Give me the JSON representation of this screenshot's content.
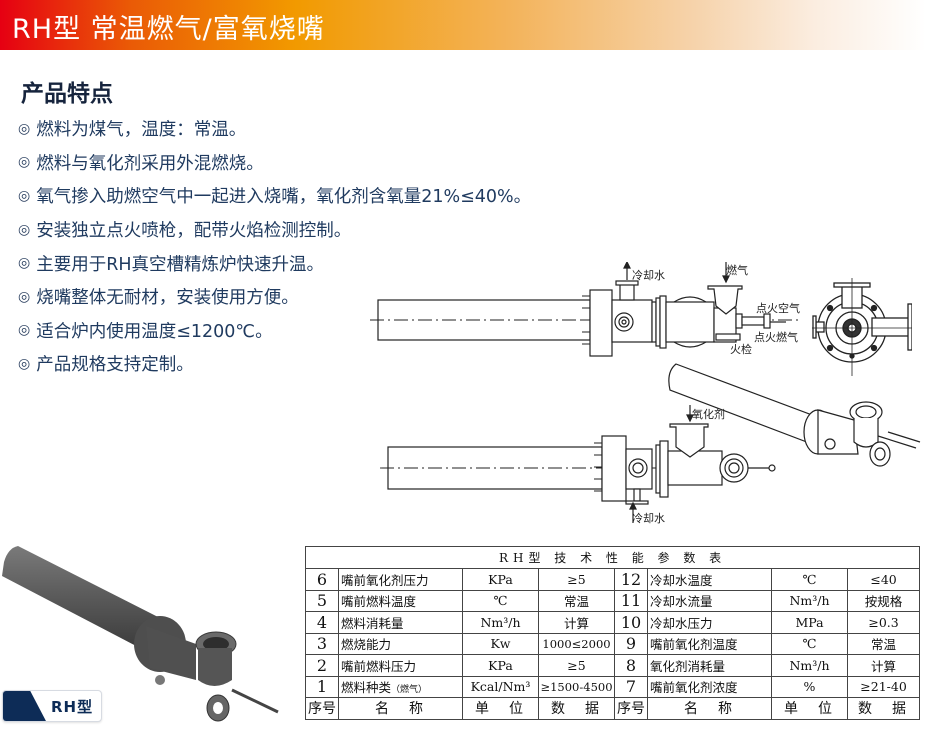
{
  "header": {
    "title": "RH型  常温燃气/富氧烧嘴",
    "gradient_colors": [
      "#e60012",
      "#f29a00",
      "#ffffff"
    ]
  },
  "features": {
    "heading": "产品特点",
    "bullet": "◎",
    "items": [
      "燃料为煤气，温度：常温。",
      "燃料与氧化剂采用外混燃烧。",
      "氧气掺入助燃空气中一起进入烧嘴，氧化剂含氧量21%≤40%。",
      "安装独立点火喷枪，配带火焰检测控制。",
      "主要用于RH真空槽精炼炉快速升温。",
      "烧嘴整体无耐材，安装使用方便。",
      "适合炉内使用温度≤1200℃。",
      "产品规格支持定制。"
    ]
  },
  "diagram_top": {
    "labels": {
      "cooling_water": "冷却水",
      "gas": "燃气",
      "ignition_air": "点火空气",
      "ignition_gas": "点火燃气",
      "flame_detect": "火检"
    }
  },
  "diagram_bottom": {
    "labels": {
      "oxidizer": "氧化剂",
      "cooling_water": "冷却水"
    }
  },
  "product_badge": {
    "label": "RH型",
    "color": "#0d2c57"
  },
  "spec_table": {
    "caption": "RH型 技 术 性 能 参 数 表",
    "header": {
      "no": "序号",
      "name": "名　称",
      "unit": "单　位",
      "value": "数　据"
    },
    "rows": [
      {
        "left": {
          "no": "6",
          "name": "嘴前氧化剂压力",
          "unit": "KPa",
          "value": "≥5"
        },
        "right": {
          "no": "12",
          "name": "冷却水温度",
          "unit": "℃",
          "value": "≤40"
        }
      },
      {
        "left": {
          "no": "5",
          "name": "嘴前燃料温度",
          "unit": "℃",
          "value": "常温"
        },
        "right": {
          "no": "11",
          "name": "冷却水流量",
          "unit": "Nm³/h",
          "value": "按规格"
        }
      },
      {
        "left": {
          "no": "4",
          "name": "燃料消耗量",
          "unit": "Nm³/h",
          "value": "计算"
        },
        "right": {
          "no": "10",
          "name": "冷却水压力",
          "unit": "MPa",
          "value": "≥0.3"
        }
      },
      {
        "left": {
          "no": "3",
          "name": "燃烧能力",
          "unit": "Kw",
          "value": "1000≤2000"
        },
        "right": {
          "no": "9",
          "name": "嘴前氧化剂温度",
          "unit": "℃",
          "value": "常温"
        }
      },
      {
        "left": {
          "no": "2",
          "name": "嘴前燃料压力",
          "unit": "KPa",
          "value": "≥5"
        },
        "right": {
          "no": "8",
          "name": "氧化剂消耗量",
          "unit": "Nm³/h",
          "value": "计算"
        }
      },
      {
        "left": {
          "no": "1",
          "name": "燃料种类",
          "name_sub": "（燃气）",
          "unit": "Kcal/Nm³",
          "value": "≥1500-4500"
        },
        "right": {
          "no": "7",
          "name": "嘴前氧化剂浓度",
          "unit": "%",
          "value": "≥21-40"
        }
      }
    ]
  }
}
